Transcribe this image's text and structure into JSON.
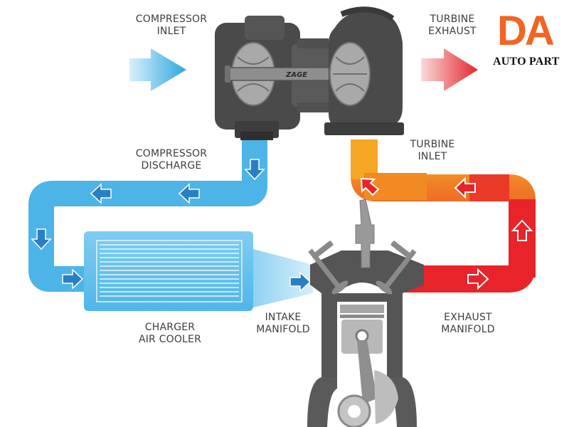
{
  "logo": {
    "letters": "DA",
    "subtitle": "AUTO PART",
    "color": "#f26522"
  },
  "labels": {
    "compressor_inlet": [
      "COMPRESSOR",
      "INLET"
    ],
    "turbine_exhaust": [
      "TURBINE",
      "EXHAUST"
    ],
    "compressor_discharge": [
      "COMPRESSOR",
      "DISCHARGE"
    ],
    "turbine_inlet": [
      "TURBINE",
      "INLET"
    ],
    "charger_air_cooler": [
      "CHARGER",
      "AIR COOLER"
    ],
    "intake_manifold": [
      "INTAKE",
      "MANIFOLD"
    ],
    "exhaust_manifold": [
      "EXHAUST",
      "MANIFOLD"
    ]
  },
  "turbo_shaft_text": "ZAGE",
  "colors": {
    "cold_air": "#4db4e8",
    "cold_air_light": "#a8dcf5",
    "hot_gas": "#e8232a",
    "warm_gas": "#f5a020",
    "metal": "#4a4a4a",
    "metal_light": "#8c8c8c"
  }
}
